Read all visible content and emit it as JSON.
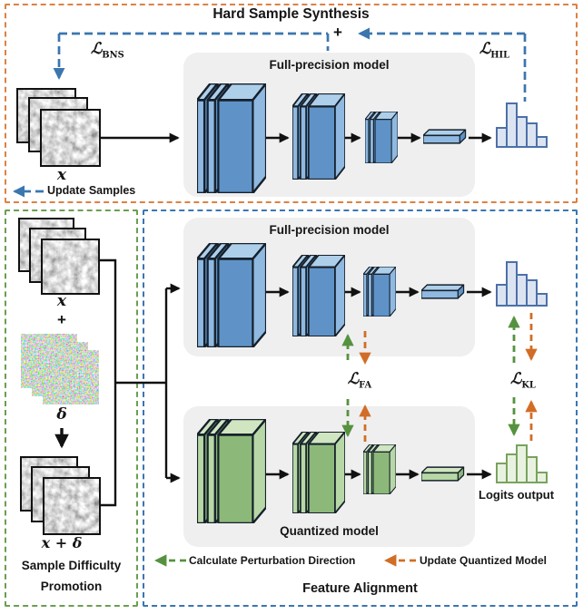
{
  "hard_sample_synthesis": {
    "title": "Hard Sample Synthesis",
    "plus": "+",
    "loss_bns": {
      "symbol": "ℒ",
      "sub": "BNS"
    },
    "loss_hil": {
      "symbol": "ℒ",
      "sub": "HIL"
    },
    "input_label": "x",
    "legend_update_samples": "Update Samples",
    "model_title": "Full-precision model"
  },
  "sample_difficulty_promotion": {
    "title_line1": "Sample Difficulty",
    "title_line2": "Promotion",
    "x_label": "x",
    "plus": "+",
    "delta_label": "δ",
    "x_plus_delta_label": "x + δ"
  },
  "feature_alignment": {
    "title": "Feature Alignment",
    "fp_model_title": "Full-precision model",
    "quantized_model_title": "Quantized model",
    "loss_fa": {
      "symbol": "ℒ",
      "sub": "FA"
    },
    "loss_kl": {
      "symbol": "ℒ",
      "sub": "KL"
    },
    "logits_output_label": "Logits output",
    "legend_green_label": "Calculate Perturbation Direction",
    "legend_orange_label": "Update Quantized Model"
  },
  "chart_data": [
    {
      "type": "bar",
      "name": "hss-output-histogram",
      "style": "blue",
      "values": [
        23,
        50,
        35,
        28,
        13
      ],
      "stroke": "#4C70A8",
      "fill": "#DCE4F2"
    },
    {
      "type": "bar",
      "name": "fa-fullprecision-output-histogram",
      "style": "blue",
      "values": [
        25,
        50,
        36,
        30,
        15
      ],
      "stroke": "#4C70A8",
      "fill": "#DCE4F2"
    },
    {
      "type": "bar",
      "name": "fa-quantized-logits-histogram",
      "style": "green",
      "values": [
        23,
        33,
        43,
        30,
        13
      ],
      "stroke": "#78A35E",
      "fill": "#E9F2E1"
    }
  ],
  "colors": {
    "orange_dash": "#DC8243",
    "blue_dash": "#3B76AF",
    "green_dash": "#6B9F4F",
    "green_arrow": "#55923F",
    "orange_arrow": "#D16D26",
    "black": "#111111",
    "model_box_bg": "#EFEFF0",
    "blue_block": "#5F93C8",
    "green_block": "#8CB97A"
  }
}
